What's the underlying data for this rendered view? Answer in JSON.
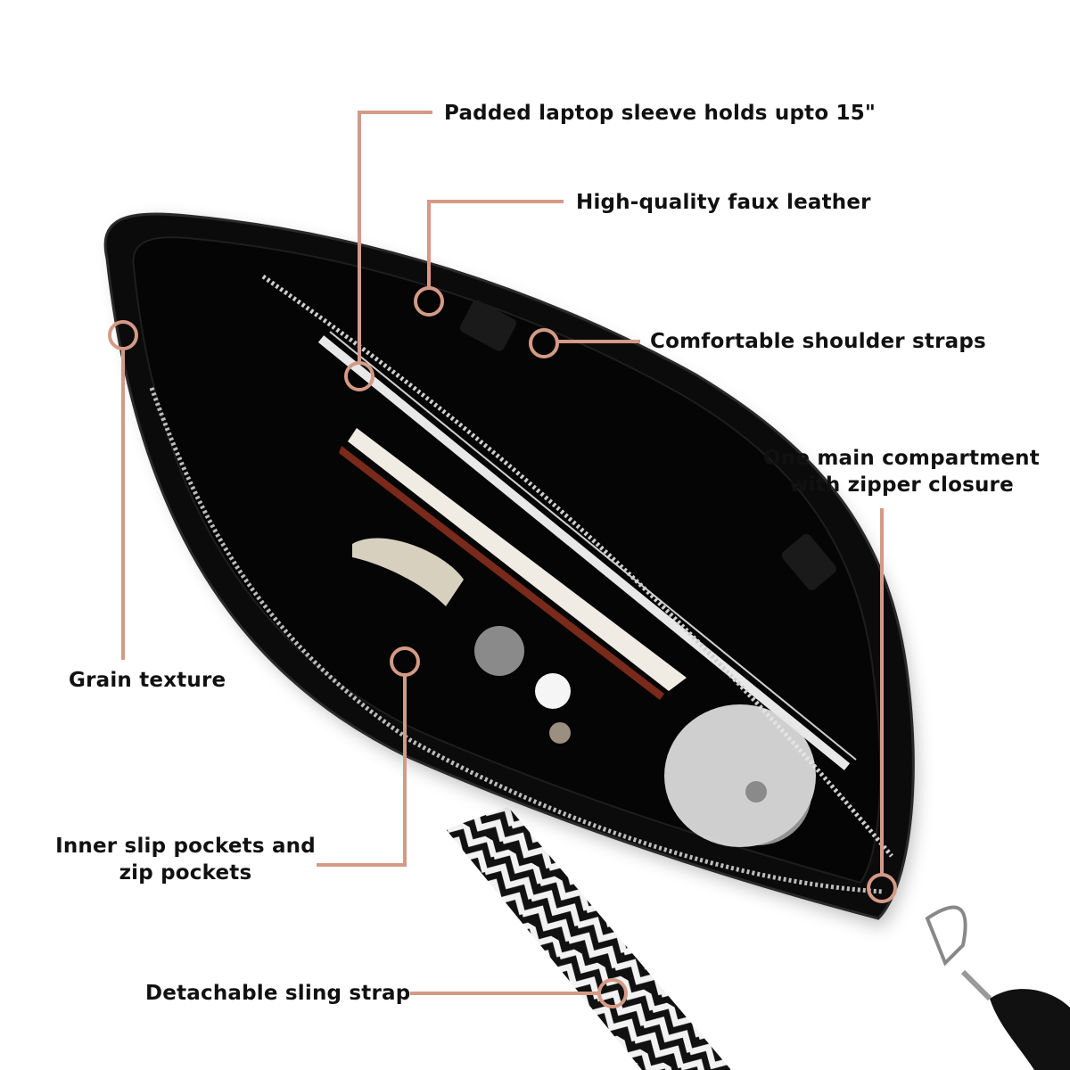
{
  "infographic": {
    "subject": "Black faux leather tote bag, top-down interior view",
    "accent_color": "#d49a86",
    "text_color": "#111111",
    "background": "#ffffff",
    "callouts": [
      {
        "id": "laptop-sleeve",
        "label": "Padded laptop sleeve holds upto 15\""
      },
      {
        "id": "faux-leather",
        "label": "High-quality faux leather"
      },
      {
        "id": "shoulder-straps",
        "label": "Comfortable shoulder straps"
      },
      {
        "id": "main-compartment",
        "label_line1": "One main compartment",
        "label_line2": "with zipper closure"
      },
      {
        "id": "grain-texture",
        "label": "Grain texture"
      },
      {
        "id": "inner-pockets",
        "label_line1": "Inner slip pockets and",
        "label_line2": "zip pockets"
      },
      {
        "id": "sling-strap",
        "label": "Detachable sling strap"
      }
    ]
  }
}
